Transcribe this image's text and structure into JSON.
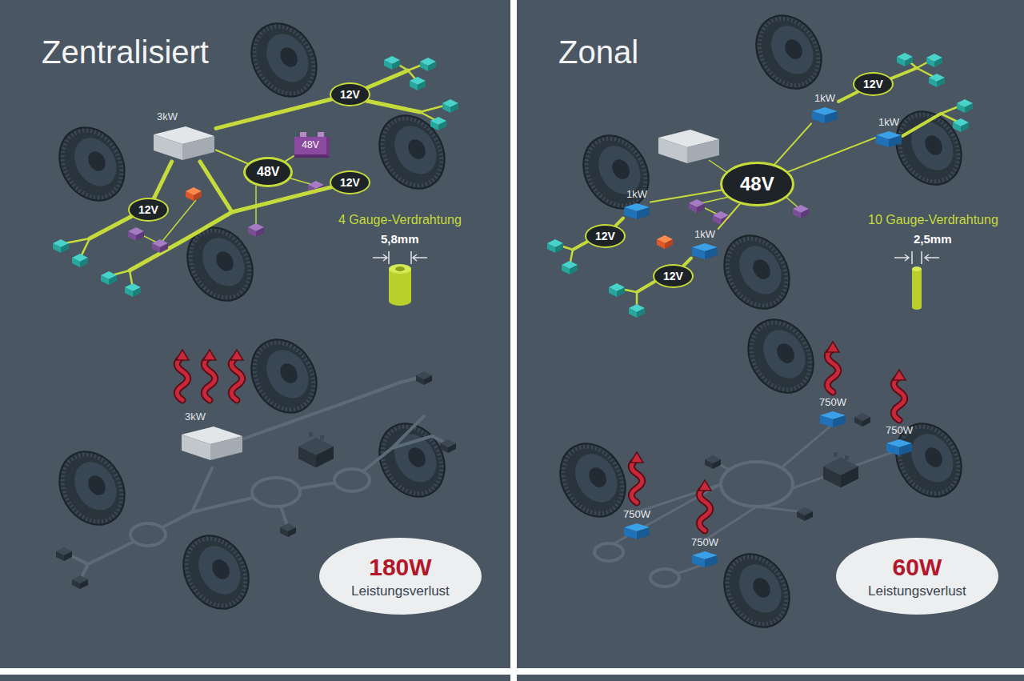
{
  "diagram": {
    "nodes": [
      {
        "text": [
          "Zentralisiert"
        ]
      },
      {
        "text": [
          "3kW"
        ],
        "in": 0
      },
      {
        "text": [
          "48V"
        ],
        "in": 0
      },
      {
        "text": [
          "12V"
        ],
        "in": 0
      },
      {
        "text": [
          "48V"
        ],
        "in": 0
      },
      {
        "text": [
          "12V"
        ],
        "in": 0
      },
      {
        "text": [
          "12V"
        ],
        "in": 0
      },
      {
        "text": [
          "3kW"
        ],
        "in": 0
      },
      {
        "text": [
          "180W",
          "Leistungsverlust"
        ],
        "in": 0
      },
      {
        "text": [
          "Zonal"
        ]
      },
      {
        "text": [
          "1kW"
        ],
        "in": 9
      },
      {
        "text": [
          "12V"
        ],
        "in": 9
      },
      {
        "text": [
          "1kW"
        ],
        "in": 9
      },
      {
        "text": [
          "48V"
        ],
        "in": 9
      },
      {
        "text": [
          "1kW"
        ],
        "in": 9
      },
      {
        "text": [
          "12V"
        ],
        "in": 9
      },
      {
        "text": [
          "1kW"
        ],
        "in": 9
      },
      {
        "text": [
          "12V"
        ],
        "in": 9
      },
      {
        "text": [
          "750W"
        ],
        "in": 9
      },
      {
        "text": [
          "750W"
        ],
        "in": 9
      },
      {
        "text": [
          "750W"
        ],
        "in": 9
      },
      {
        "text": [
          "750W"
        ],
        "in": 9
      },
      {
        "text": [
          "60W",
          "Leistungsverlust"
        ],
        "in": 9
      }
    ],
    "edges": [
      {
        "from": 1,
        "to": 3,
        "arrow": "none"
      },
      {
        "from": 1,
        "to": 4,
        "arrow": "none"
      },
      {
        "from": 4,
        "to": 2,
        "arrow": "none"
      },
      {
        "from": 1,
        "to": 5,
        "arrow": "none"
      },
      {
        "from": 1,
        "to": 6,
        "arrow": "none"
      },
      {
        "from": 13,
        "to": 10,
        "arrow": "none"
      },
      {
        "from": 13,
        "to": 12,
        "arrow": "none"
      },
      {
        "from": 13,
        "to": 14,
        "arrow": "none"
      },
      {
        "from": 13,
        "to": 16,
        "arrow": "none"
      },
      {
        "from": 10,
        "to": 11,
        "arrow": "none"
      },
      {
        "from": 14,
        "to": 15,
        "arrow": "none"
      },
      {
        "from": 16,
        "to": 17,
        "arrow": "none"
      }
    ],
    "labels": [
      "4 Gauge-Verdrahtung",
      "5,8mm",
      "10 Gauge-Verdrahtung",
      "2,5mm"
    ]
  }
}
